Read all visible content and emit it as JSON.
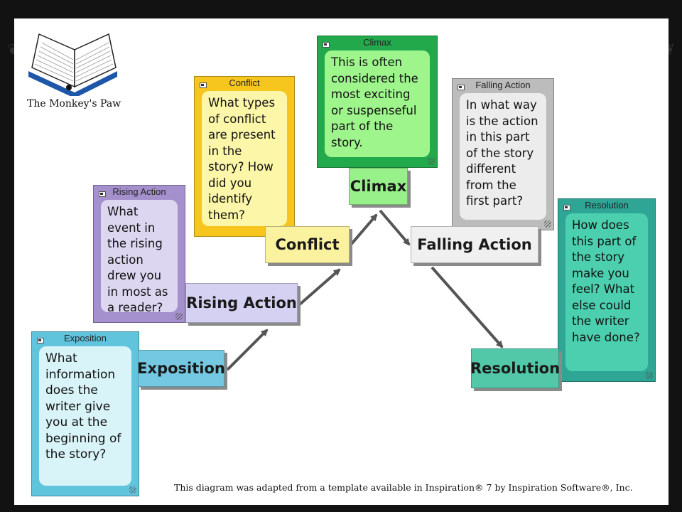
{
  "logo": {
    "label": "The Monkey's Paw"
  },
  "footer": "This diagram was adapted from a template available in Inspiration® 7 by Inspiration Software®, Inc.",
  "nodes": {
    "exposition": "Exposition",
    "rising_action": "Rising Action",
    "conflict": "Conflict",
    "climax": "Climax",
    "falling_action": "Falling Action",
    "resolution": "Resolution"
  },
  "notes": {
    "exposition": {
      "title": "Exposition",
      "text": "What information does the writer give you at the beginning of the story?"
    },
    "rising_action": {
      "title": "Rising Action",
      "text": "What event in the rising action drew you in most as a reader?"
    },
    "conflict": {
      "title": "Conflict",
      "text": "What types of conflict are present in the story? How did you identify them?"
    },
    "climax": {
      "title": "Climax",
      "text": "This is often considered the most exciting or suspenseful part of the story."
    },
    "falling_action": {
      "title": "Falling Action",
      "text": "In what way is the action in this part of the story different from the first part?"
    },
    "resolution": {
      "title": "Resolution",
      "text": "How does this part of the story make you feel? What else could the writer have done?"
    }
  },
  "colors": {
    "exposition": "#74c8e1",
    "rising_action": "#d4d1f2",
    "conflict": "#fbf29f",
    "climax": "#97f08a",
    "falling_action": "#f0f0f0",
    "resolution": "#52c8a8",
    "exposition_note": "#60c4dd",
    "rising_note": "#a490cc",
    "conflict_note": "#f6c61e",
    "climax_note": "#22a94b",
    "falling_note": "#bcbcbc",
    "resolution_note": "#2ea595"
  }
}
